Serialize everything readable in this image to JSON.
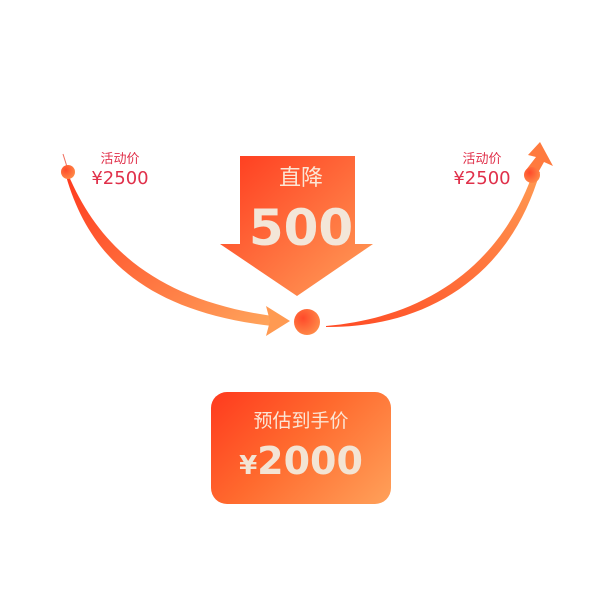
{
  "left_point": {
    "caption": "活动价",
    "price": "¥2500"
  },
  "right_point": {
    "caption": "活动价",
    "price": "¥2500"
  },
  "drop_badge": {
    "title": "直降",
    "value": "500"
  },
  "final_box": {
    "title": "预估到手价",
    "currency": "¥",
    "price": "2000"
  },
  "colors": {
    "label_text": "#e0304a",
    "gradient_start": "#ff3a1e",
    "gradient_end": "#ffa15a",
    "badge_text": "#f3e6d8"
  }
}
